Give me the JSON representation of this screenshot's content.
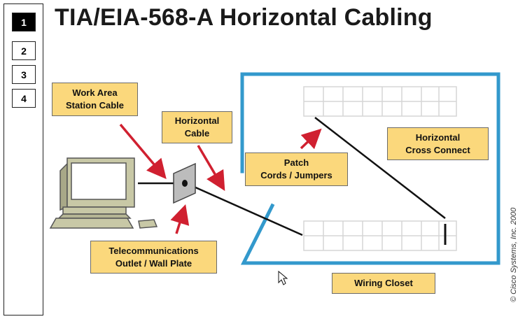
{
  "nav": {
    "buttons": [
      {
        "label": "1",
        "active": true
      },
      {
        "label": "2",
        "active": false
      },
      {
        "label": "3",
        "active": false
      },
      {
        "label": "4",
        "active": false
      }
    ]
  },
  "title": "TIA/EIA-568-A Horizontal Cabling",
  "labels": {
    "work_area": "Work Area\nStation Cable",
    "horizontal_cable": "Horizontal\nCable",
    "patch_cords": "Patch\nCords / Jumpers",
    "cross_connect": "Horizontal\nCross Connect",
    "telecom_outlet": "Telecommunications\nOutlet / Wall Plate",
    "wiring_closet": "Wiring Closet"
  },
  "copyright": "© Cisco Systems, Inc. 2000",
  "colors": {
    "label_fill": "#fbd87c",
    "closet_border": "#3399cc",
    "arrow": "#d02030",
    "computer_body": "#c8c8a6"
  }
}
